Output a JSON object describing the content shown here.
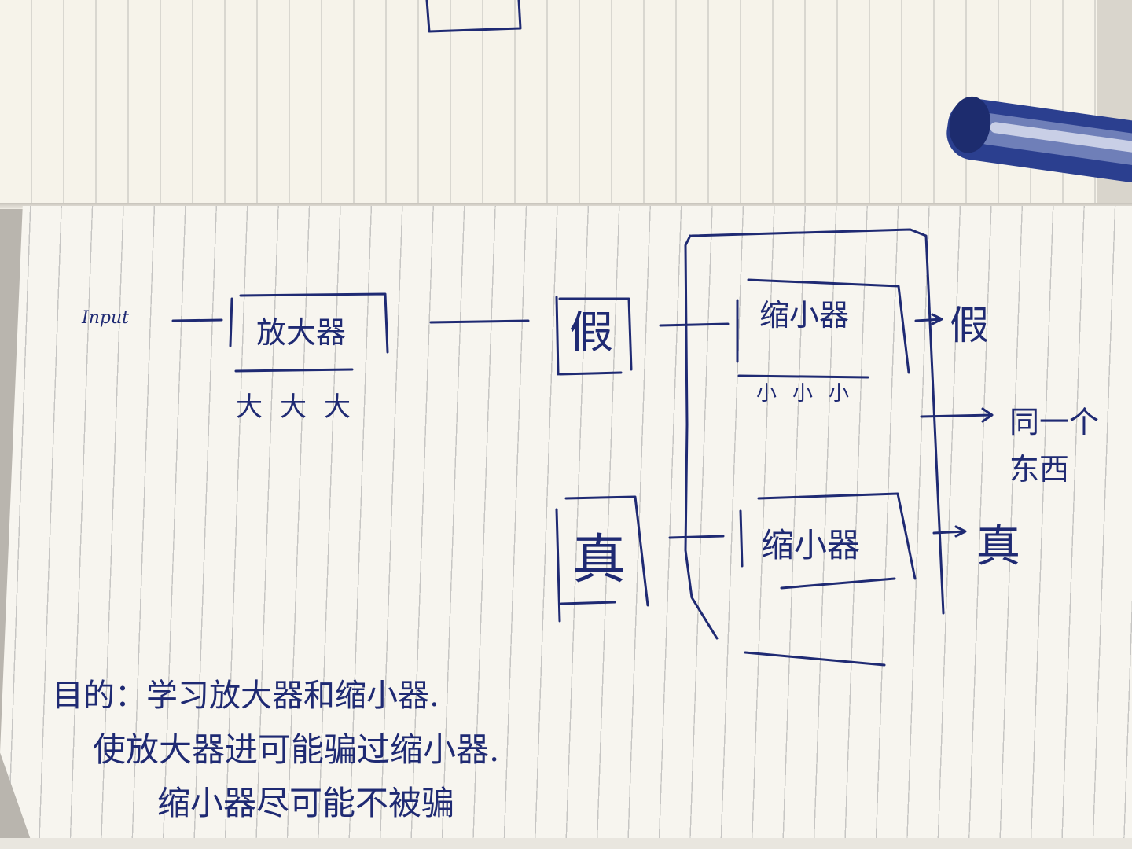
{
  "colors": {
    "ink": "#1f2a73",
    "paper": "#f7f5ef",
    "pen_body": "#2b3f8f"
  },
  "diagram": {
    "input_label": "Input",
    "amplifier": {
      "label": "放大器",
      "below": "大大大"
    },
    "fake": "假",
    "real": "真",
    "shrinker_top": {
      "label": "缩小器",
      "below": "小小小"
    },
    "shrinker_bottom": {
      "label": "缩小器"
    },
    "out_fake": "假",
    "out_same_line1": "同一个",
    "out_same_line2": "东西",
    "out_real": "真"
  },
  "notes": {
    "line1": "目的：学习放大器和缩小器.",
    "line2": "使放大器进可能骗过缩小器.",
    "line3": "缩小器尽可能不被骗"
  },
  "objects": {
    "pen_icon": "ballpoint-pen-icon"
  }
}
